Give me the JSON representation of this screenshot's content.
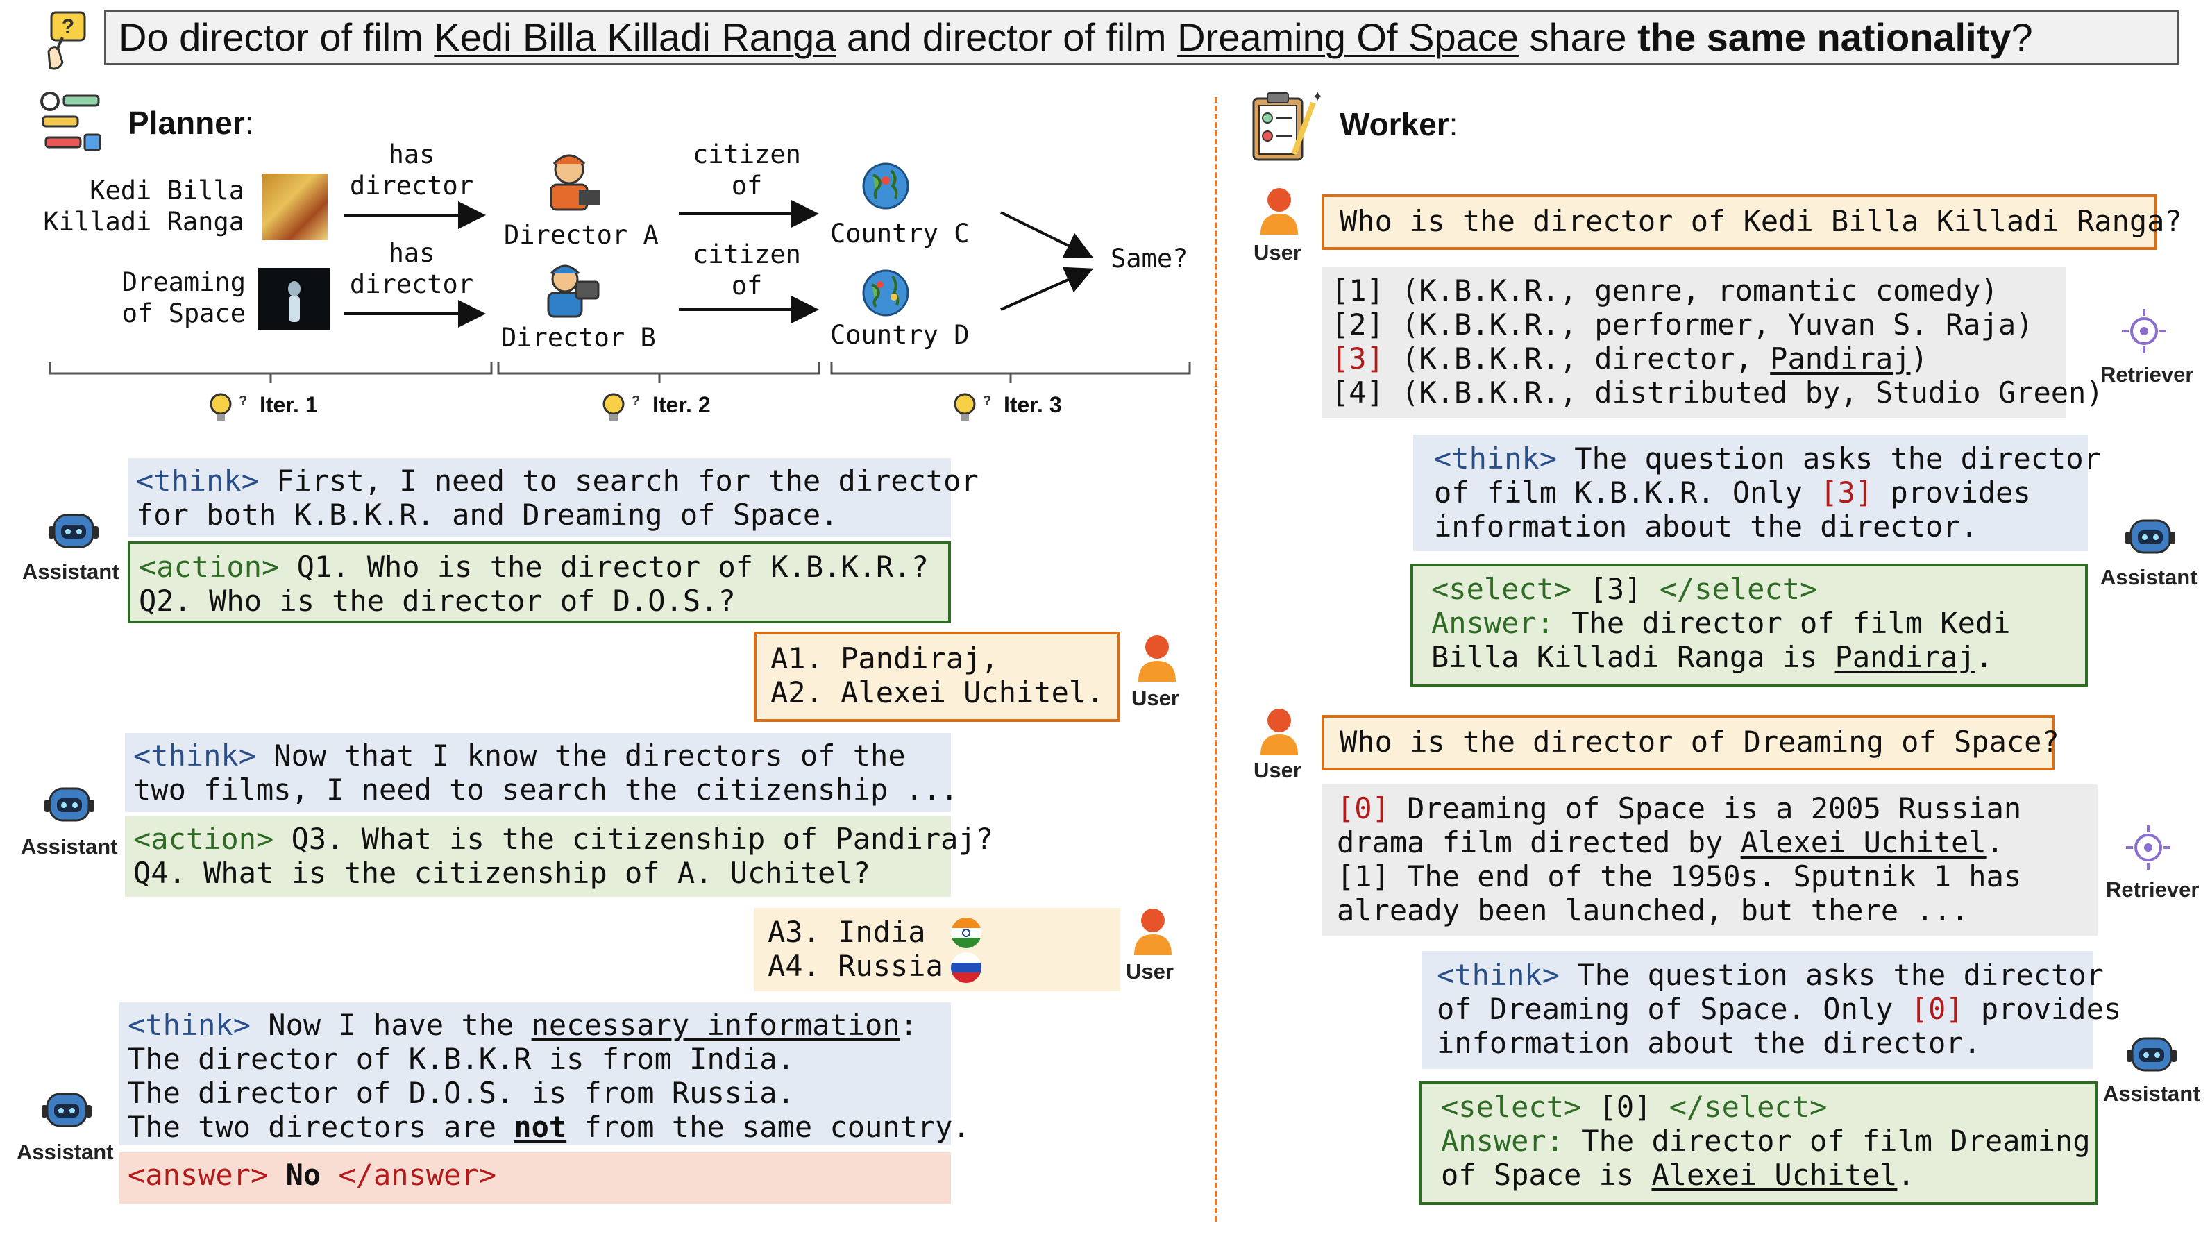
{
  "question": {
    "prefix": "Do director of film ",
    "film_a": "Kedi Billa Killadi Ranga",
    "middle": " and director of film ",
    "film_b": "Dreaming Of Space",
    "share": " share ",
    "bold": "the same nationality",
    "suffix": "?"
  },
  "planner": {
    "title": "Planner",
    "title_colon": ":",
    "diagram": {
      "film1": "Kedi Billa\nKilladi Ranga",
      "film2": "Dreaming\nof Space",
      "rel1_top": "has\ndirector",
      "rel1_bottom": "has\ndirector",
      "director_a": "Director A",
      "director_b": "Director B",
      "rel2_top": "citizen\nof",
      "rel2_bottom": "citizen\nof",
      "country_c": "Country C",
      "country_d": "Country D",
      "same": "Same?",
      "iter1": "Iter. 1",
      "iter2": "Iter. 2",
      "iter3": "Iter. 3"
    },
    "dialog": {
      "assistant_label": "Assistant",
      "user_label": "User",
      "think1_tag": "<think>",
      "think1_text": " First, I need to search for the director\nfor both K.B.K.R. and Dreaming of Space.",
      "action1_tag": "<action>",
      "action1_text": " Q1. Who is the director of K.B.K.R.?\nQ2. Who is the director of D.O.S.?",
      "answer1": "A1. Pandiraj,\nA2. Alexei Uchitel.",
      "think2_tag": "<think>",
      "think2_text": " Now that I know the directors of the\ntwo films, I need to search the citizenship ...",
      "action2_tag": "<action>",
      "action2_text": " Q3. What is the citizenship of Pandiraj?\nQ4. What is the citizenship of A. Uchitel?",
      "answer2_line1": "A3. India",
      "answer2_line2": "A4. Russia",
      "think3_tag": "<think>",
      "think3_a": " Now I have the ",
      "think3_u": "necessary information",
      "think3_b": ":\nThe director of K.B.K.R is from India.\nThe director of D.O.S. is from Russia.\nThe two directors are ",
      "think3_not": "not",
      "think3_c": " from the same country.",
      "answer_open": "<answer>",
      "answer_value": " No ",
      "answer_close": "</answer>"
    }
  },
  "worker": {
    "title": "Worker",
    "title_colon": ":",
    "user_label": "User",
    "retriever_label": "Retriever",
    "assistant_label": "Assistant",
    "q1": "Who is the director of Kedi Billa Killadi Ranga?",
    "ret1": {
      "l1": "[1] (K.B.K.R., genre, romantic comedy)",
      "l2": "[2] (K.B.K.R., performer, Yuvan S. Raja)",
      "l3_idx": "[3]",
      "l3_a": " (K.B.K.R., director, ",
      "l3_u": "Pandiraj",
      "l3_b": ")",
      "l4": "[4] (K.B.K.R., distributed by, Studio Green)"
    },
    "think1": {
      "tag": "<think>",
      "a": " The question asks the director\nof film K.B.K.R. Only ",
      "idx": "[3]",
      "b": " provides\ninformation about the director."
    },
    "select1": {
      "tag": "<select>",
      "val": " [3] ",
      "close": "</select>",
      "ans_tag": "Answer:",
      "a": " The director of film Kedi\nBilla Killadi Ranga is ",
      "u": "Pandiraj",
      "b": "."
    },
    "q2": "Who is the director of Dreaming of Space?",
    "ret2": {
      "idx0": "[0]",
      "a": " Dreaming of Space is a 2005 Russian\ndrama film directed by ",
      "u": "Alexei Uchitel",
      "b": ".\n[1] The end of the 1950s. Sputnik 1 has\nalready been launched, but there ..."
    },
    "think2": {
      "tag": "<think>",
      "a": " The question asks the director\nof Dreaming of Space. Only ",
      "idx": "[0]",
      "b": " provides\ninformation about the director."
    },
    "select2": {
      "tag": "<select>",
      "val": " [0] ",
      "close": "</select>",
      "ans_tag": "Answer:",
      "a": " The director of film Dreaming\nof Space is ",
      "u": "Alexei Uchitel",
      "b": "."
    }
  },
  "colors": {
    "accent_orange": "#d2701d",
    "green_border": "#2f6b25",
    "think_blue": "#2a4f88",
    "index_red": "#b31b1b"
  }
}
